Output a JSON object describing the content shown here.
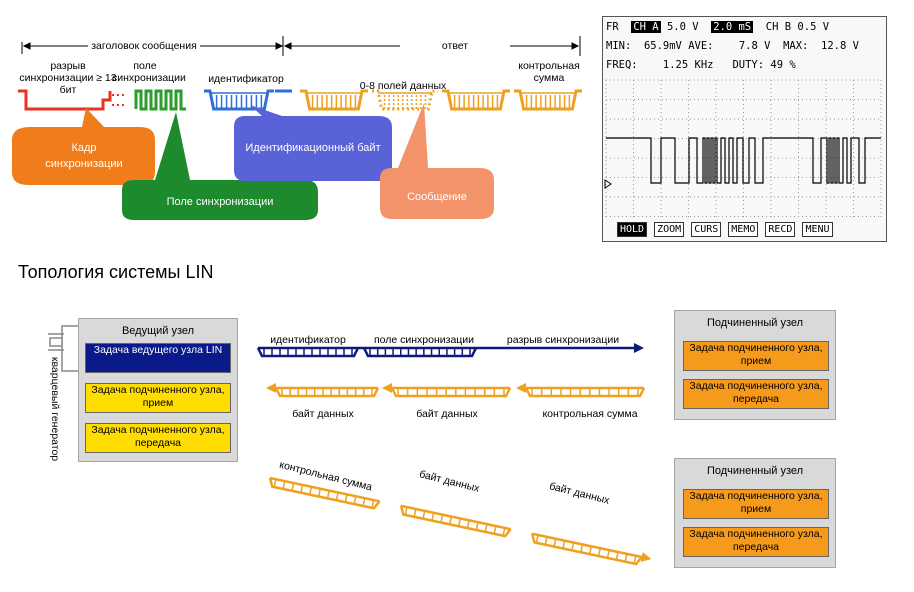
{
  "frame": {
    "header_label": "заголовок сообщения",
    "response_label": "ответ",
    "break_label": "разрыв синхронизации ≥ 13 бит",
    "sync_field_label": "поле синхронизации",
    "identifier_label": "идентификатор",
    "data_fields_label": "0-8 полей данных",
    "checksum_label": "контрольная сумма",
    "callout_sync_frame": "Кадр синхронизации",
    "callout_sync_field": "Поле синхронизации",
    "callout_id_byte": "Идентификационный байт",
    "callout_message": "Сообщение",
    "colors": {
      "break": "#e8331d",
      "sync": "#2e9b2e",
      "identifier": "#2e6fd8",
      "data": "#f0a020",
      "callout_orange": "#f07c1a",
      "callout_green": "#1e8a2e",
      "callout_blue": "#5a62d8",
      "callout_salmon": "#f3936a"
    }
  },
  "oscilloscope": {
    "row1": {
      "fr": "FR",
      "ch_a": "CH A",
      "ch_a_val": "5.0 V",
      "time": "2.0 mS",
      "ch_b": "CH B",
      "ch_b_val": "0.5 V"
    },
    "row2": {
      "min_label": "MIN:",
      "min_val": "65.9mV",
      "ave_label": "AVE:",
      "ave_val": "7.8 V",
      "max_label": "MAX:",
      "max_val": "12.8 V"
    },
    "row3": {
      "freq_label": "FREQ:",
      "freq_val": "1.25 KHz",
      "duty_label": "DUTY:",
      "duty_val": "49 %"
    },
    "buttons": [
      "HOLD",
      "ZOOM",
      "CURS",
      "MEMO",
      "RECD",
      "MENU"
    ]
  },
  "topology": {
    "title": "Топология системы LIN",
    "master": {
      "title": "Ведущий узел",
      "task_master": "Задача ведущего узла LIN",
      "task_rx": "Задача подчиненного узла, прием",
      "task_tx": "Задача подчиненного узла, передача",
      "oscillator": "кварцевый генератор"
    },
    "slave1": {
      "title": "Подчиненный узел",
      "task_rx": "Задача подчиненного узла, прием",
      "task_tx": "Задача подчиненного узла, передача"
    },
    "slave2": {
      "title": "Подчиненный узел",
      "task_rx": "Задача подчиненного узла, прием",
      "task_tx": "Задача подчиненного узла, передача"
    },
    "arrow1": {
      "identifier": "идентификатор",
      "sync_field": "поле синхронизации",
      "sync_break": "разрыв синхронизации"
    },
    "arrow2": {
      "data1": "байт данных",
      "data2": "байт данных",
      "checksum": "контрольная сумма"
    },
    "arrow3": {
      "checksum": "контрольная сумма",
      "data1": "байт данных",
      "data2": "байт данных"
    },
    "colors": {
      "navy": "#0c1a7a",
      "orange": "#f0a020"
    }
  }
}
